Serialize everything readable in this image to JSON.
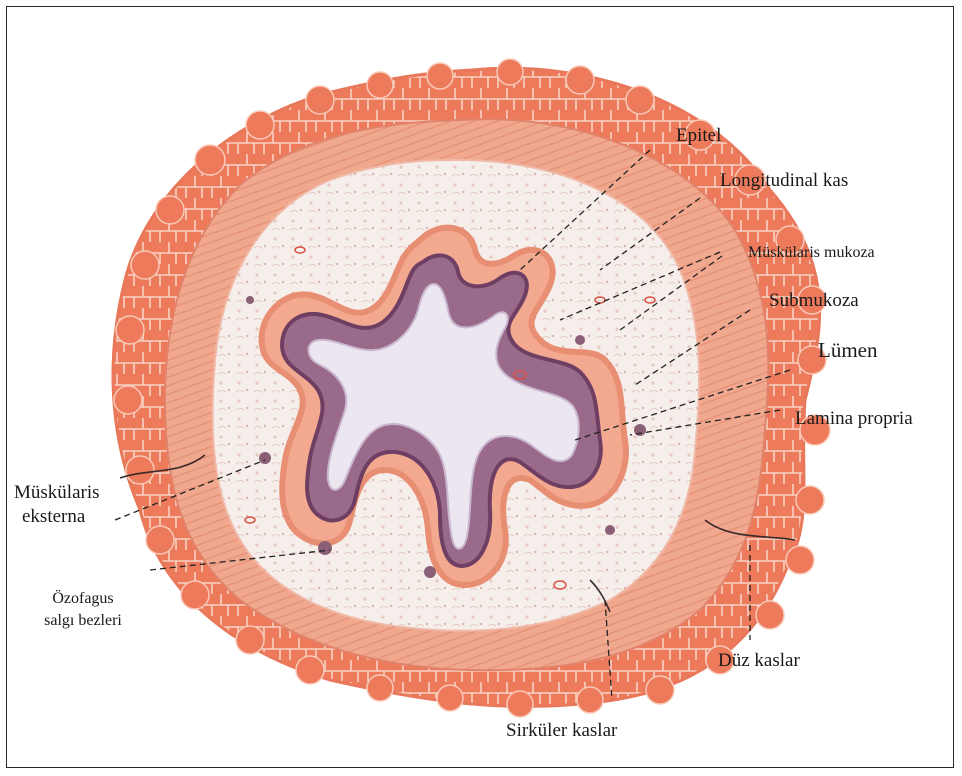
{
  "labels": {
    "epitel": "Epitel",
    "longitudinal_kas": "Longitudinal  kas",
    "muskularis_mukoza": "Müskülaris mukoza",
    "submukoza": "Submukoza",
    "lumen": "Lümen",
    "lamina_propria": "Lamina propria",
    "muskularis_eksterna_1": "Müskülaris",
    "muskularis_eksterna_2": "eksterna",
    "ozofagus_1": "Özofagus",
    "ozofagus_2": "salgı bezleri",
    "duz_kaslar": "Düz kaslar",
    "sirkuler_kaslar": "Sirküler kaslar"
  },
  "colors": {
    "muscle_outer": "#ee7a5c",
    "muscle_light": "#f6b7a0",
    "muscle_band": "#e9775a",
    "submucosa": "#f5ece8",
    "lamina": "#f2a98f",
    "epithelium": "#8a5a7a",
    "lumen": "#e9e3ee",
    "frame": "#2a2a2a"
  }
}
